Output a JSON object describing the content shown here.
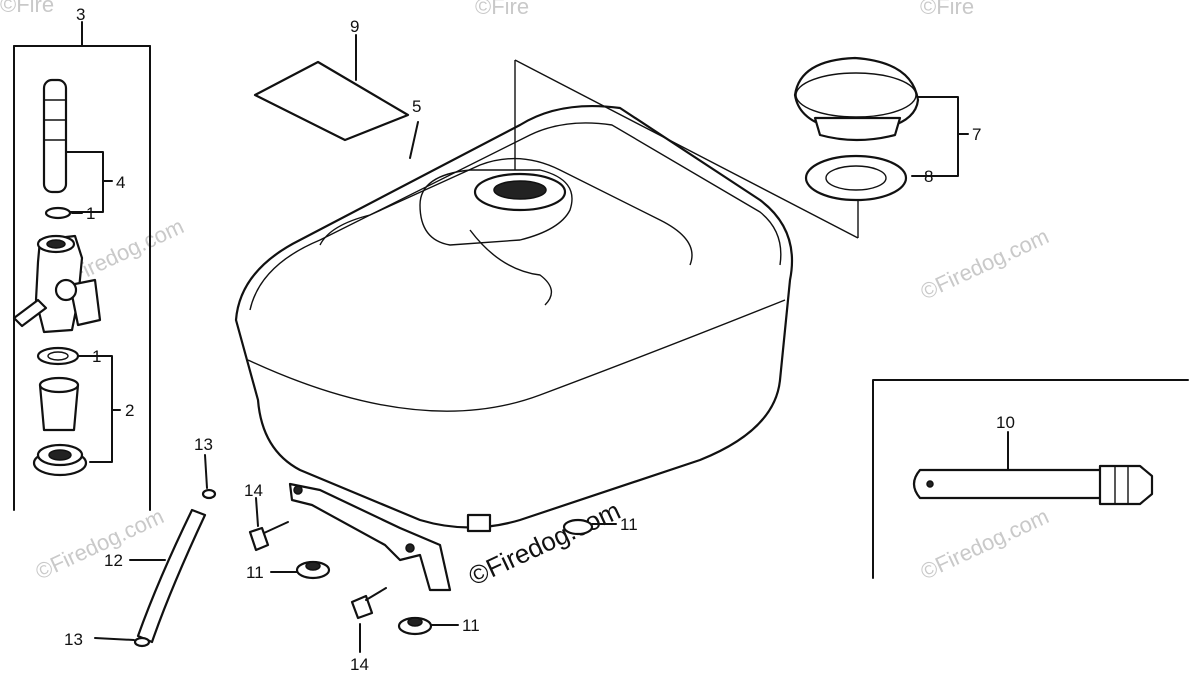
{
  "callouts": {
    "c1a": "1",
    "c1b": "1",
    "c2": "2",
    "c3": "3",
    "c4": "4",
    "c5": "5",
    "c7": "7",
    "c8": "8",
    "c9": "9",
    "c10": "10",
    "c11a": "11",
    "c11b": "11",
    "c11c": "11",
    "c12": "12",
    "c13a": "13",
    "c13b": "13",
    "c14a": "14",
    "c14b": "14"
  },
  "watermark": {
    "text": "©Firedog.com",
    "corner_text": "©Fire"
  }
}
